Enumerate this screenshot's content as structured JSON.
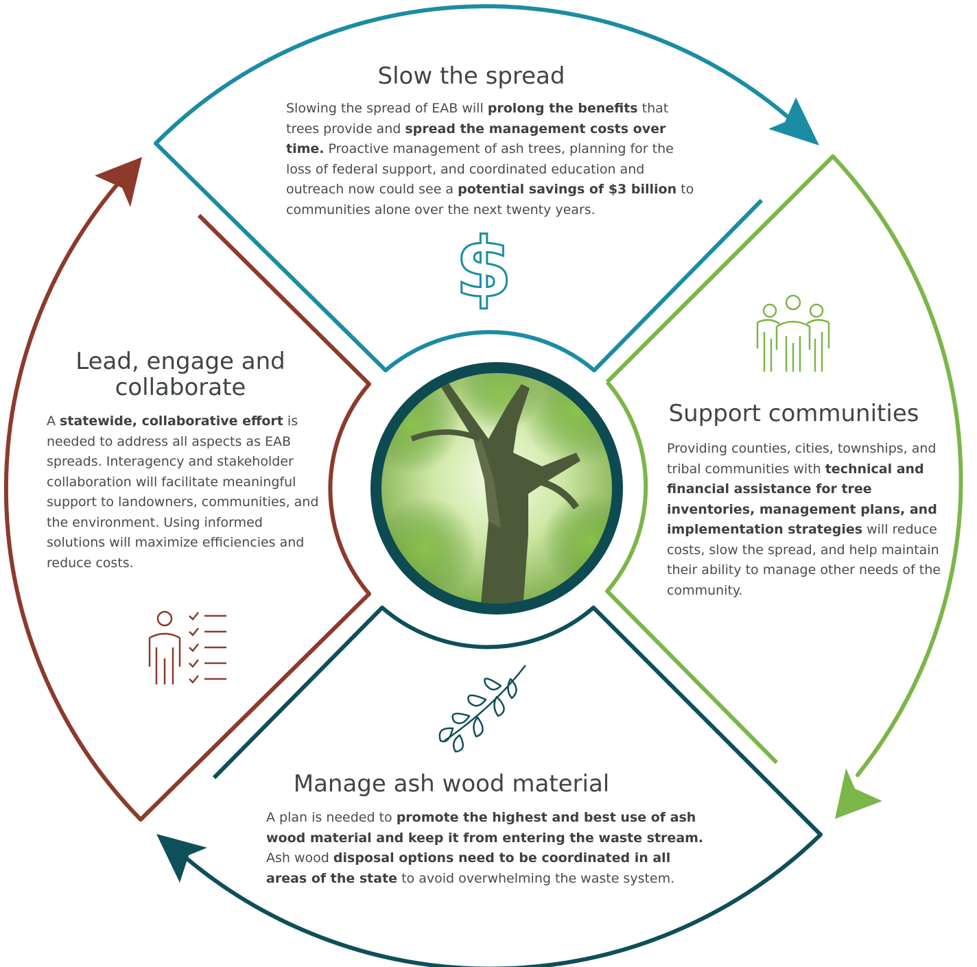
{
  "colors": {
    "teal": "#1a8ca3",
    "green": "#7ab648",
    "dark_teal": "#0e4f59",
    "rust": "#8c3a2b"
  },
  "icons": {
    "top": "dollar-sign-icon",
    "right": "community-people-icon",
    "bottom": "ash-leaf-icon",
    "left": "person-checklist-icon",
    "center": "ash-tree-photo"
  },
  "top": {
    "title": "Slow the spread",
    "body": [
      {
        "t": "Slowing the spread of EAB will "
      },
      {
        "t": "prolong the benefits",
        "b": true
      },
      {
        "t": " that trees provide and "
      },
      {
        "t": "spread the management costs over time.",
        "b": true
      },
      {
        "t": " Proactive management of ash trees, planning for the loss of federal support, and coordinated education and outreach now could see a "
      },
      {
        "t": "potential savings of $3 billion",
        "b": true
      },
      {
        "t": " to communities alone over the next twenty years."
      }
    ]
  },
  "right": {
    "title": "Support communities",
    "body": [
      {
        "t": "Providing counties, cities, townships, and tribal communities with "
      },
      {
        "t": "technical and financial assistance for tree inventories, management plans, and implementation strategies",
        "b": true
      },
      {
        "t": " will reduce costs, slow the spread, and help maintain their ability to manage other needs of the community."
      }
    ]
  },
  "bottom": {
    "title": "Manage ash wood material",
    "body": [
      {
        "t": "A plan is needed to "
      },
      {
        "t": "promote the highest and best use of ash wood material and keep it from entering the waste stream.",
        "b": true
      },
      {
        "t": " Ash wood "
      },
      {
        "t": "disposal options need to be coordinated in all areas of the state",
        "b": true
      },
      {
        "t": " to avoid overwhelming the waste system."
      }
    ]
  },
  "left": {
    "title": "Lead, engage and collaborate",
    "body": [
      {
        "t": "A "
      },
      {
        "t": "statewide, collaborative effort",
        "b": true
      },
      {
        "t": "  is needed to address all aspects as EAB spreads. Interagency and stakeholder collaboration will facilitate meaningful support to landowners, communities, and the environment. Using informed solutions will maximize efficiencies and reduce costs."
      }
    ]
  }
}
